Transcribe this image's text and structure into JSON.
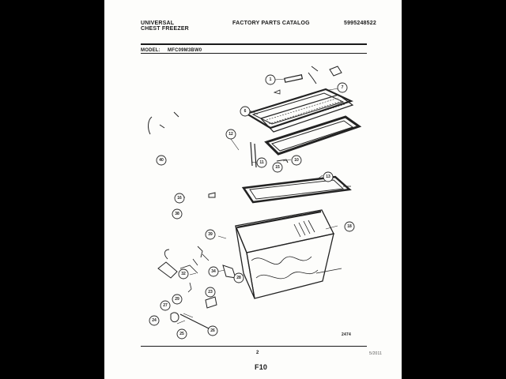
{
  "header": {
    "brand_line1": "UNIVERSAL",
    "brand_line2": "CHEST FREEZER",
    "catalog_title": "FACTORY PARTS CATALOG",
    "catalog_number": "5995248522"
  },
  "model": {
    "label": "MODEL:",
    "value": "MFC09M3BW0"
  },
  "callouts": [
    "1",
    "7",
    "6",
    "12",
    "11",
    "10",
    "15",
    "13",
    "40",
    "16",
    "38",
    "18",
    "39",
    "34",
    "32",
    "28",
    "29",
    "23",
    "27",
    "24",
    "25",
    "26"
  ],
  "footer": {
    "ref_code": "2474",
    "page_number": "2",
    "date_code": "5/2011",
    "figure_label": "F10"
  },
  "colors": {
    "background": "#000000",
    "sheet": "#fdfdfb",
    "ink": "#1a1a1a"
  }
}
